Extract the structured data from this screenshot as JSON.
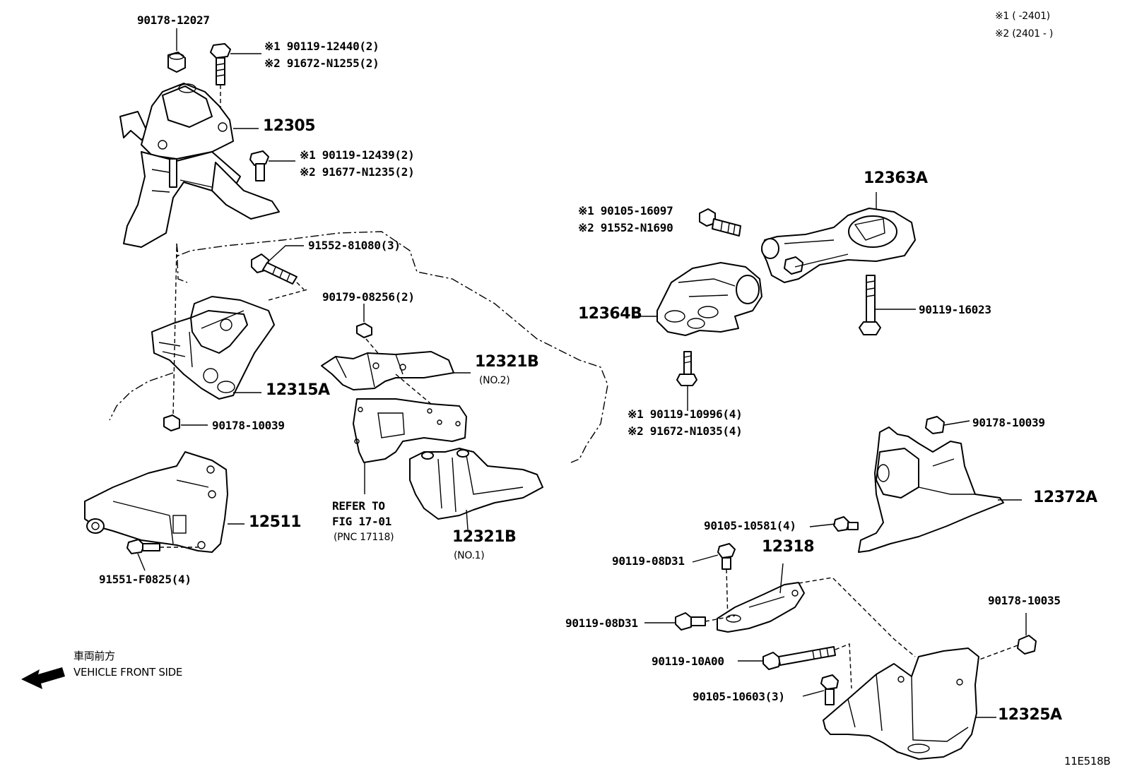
{
  "legend": {
    "variant1": "※1 (      -2401)",
    "variant2": "※2 (2401 -      )"
  },
  "labels": {
    "p90178_12027": "90178-12027",
    "p90119_12440": "※1 90119-12440(2)",
    "p91672_N1255": "※2 91672-N1255(2)",
    "p12305": "12305",
    "p90119_12439": "※1 90119-12439(2)",
    "p91677_N1235": "※2 91677-N1235(2)",
    "p91552_81080": "91552-81080(3)",
    "p90179_08256": "90179-08256(2)",
    "p12321B_no2": "12321B",
    "p12321B_no2_sub": "(NO.2)",
    "p12315A": "12315A",
    "p90178_10039_left": "90178-10039",
    "p12511": "12511",
    "p91551_F0825": "91551-F0825(4)",
    "refer_line1": "REFER TO",
    "refer_line2": "FIG 17-01",
    "refer_line3": "(PNC 17118)",
    "p12321B_no1": "12321B",
    "p12321B_no1_sub": "(NO.1)",
    "p90105_16097": "※1 90105-16097",
    "p91552_N1690": "※2 91552-N1690",
    "p12363A": "12363A",
    "p12364B": "12364B",
    "p90119_16023": "90119-16023",
    "p90119_10996": "※1 90119-10996(4)",
    "p91672_N1035": "※2 91672-N1035(4)",
    "p90178_10039_right": "90178-10039",
    "p12372A": "12372A",
    "p90105_10581": "90105-10581(4)",
    "p90119_08D31_top": "90119-08D31",
    "p12318": "12318",
    "p90119_08D31_left": "90119-08D31",
    "p90178_10035": "90178-10035",
    "p90119_10A00": "90119-10A00",
    "p90105_10603": "90105-10603(3)",
    "p12325A": "12325A"
  },
  "direction": {
    "japanese": "車両前方",
    "english": "VEHICLE FRONT SIDE",
    "arrow_icon": "left-arrow-icon"
  },
  "figure_code": "11E518B"
}
